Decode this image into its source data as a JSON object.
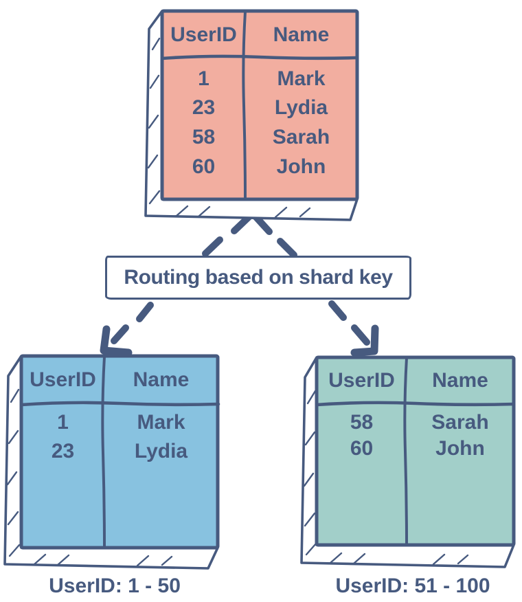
{
  "colors": {
    "ink": "#475A7F",
    "source_fill": "#F2AEA0",
    "shard1_fill": "#88C2E0",
    "shard2_fill": "#A2CFC9",
    "paper": "#FFFFFF"
  },
  "router": {
    "label": "Routing based on shard key"
  },
  "tables": {
    "source": {
      "headers": [
        "UserID",
        "Name"
      ],
      "rows": [
        [
          "1",
          "Mark"
        ],
        [
          "23",
          "Lydia"
        ],
        [
          "58",
          "Sarah"
        ],
        [
          "60",
          "John"
        ]
      ]
    },
    "shard1": {
      "headers": [
        "UserID",
        "Name"
      ],
      "rows": [
        [
          "1",
          "Mark"
        ],
        [
          "23",
          "Lydia"
        ]
      ],
      "range_label": "UserID: 1 - 50"
    },
    "shard2": {
      "headers": [
        "UserID",
        "Name"
      ],
      "rows": [
        [
          "58",
          "Sarah"
        ],
        [
          "60",
          "John"
        ]
      ],
      "range_label": "UserID: 51 - 100"
    }
  }
}
